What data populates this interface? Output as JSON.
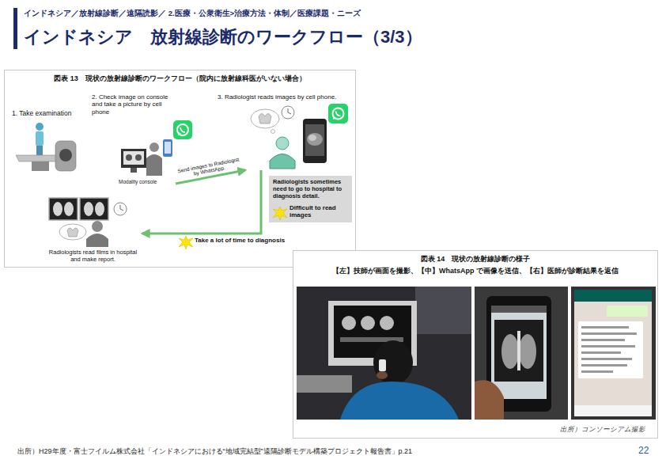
{
  "diagram": {
    "title": "インドネシア　放射線診断のワークフロー（3/3）",
    "nodes": [
      {
        "text": [
          "図表 13　現状の放射線診断のワークフロー（院内に放射線科医がいない場合）"
        ]
      },
      {
        "text": [
          "1. Take examination"
        ],
        "in": 0
      },
      {
        "text": [
          "2. Check image on console and take a picture by cell phone"
        ],
        "in": 0
      },
      {
        "text": [
          "3. Radiologist reads images by cell phone."
        ],
        "in": 0
      },
      {
        "text": [
          "Radiologists sometimes need to go to hospital to diagnosis detail.",
          "Difficult to read images"
        ],
        "in": 0
      },
      {
        "text": [
          "Radiologists read films in hospital and make report."
        ],
        "in": 0
      },
      {
        "text": [
          "図表 14　現状の放射線診断の様子",
          "【左】技師が画面を撮影、【中】WhatsApp で画像を送信、【右】医師が診断結果を返信"
        ]
      }
    ],
    "edges": [
      {
        "from": 2,
        "to": 3,
        "arrow": "to",
        "label": "Send images to Radiologist by WhatsApp."
      },
      {
        "from": 3,
        "to": 5,
        "arrow": "to",
        "label": "Take a lot of time to diagnosis"
      }
    ],
    "labels": [
      "インドネシア／放射線診断／遠隔読影／ 2.医療・公衆衛生>治療方法・体制／医療課題・ニーズ",
      "Modality console",
      "出所）コンソーシアム撮影",
      "出所）H29年度・富士フイルム株式会社「インドネシアにおける“地域完結型”遠隔診断モデル構築プロジェクト報告書」p.21",
      "22"
    ]
  }
}
